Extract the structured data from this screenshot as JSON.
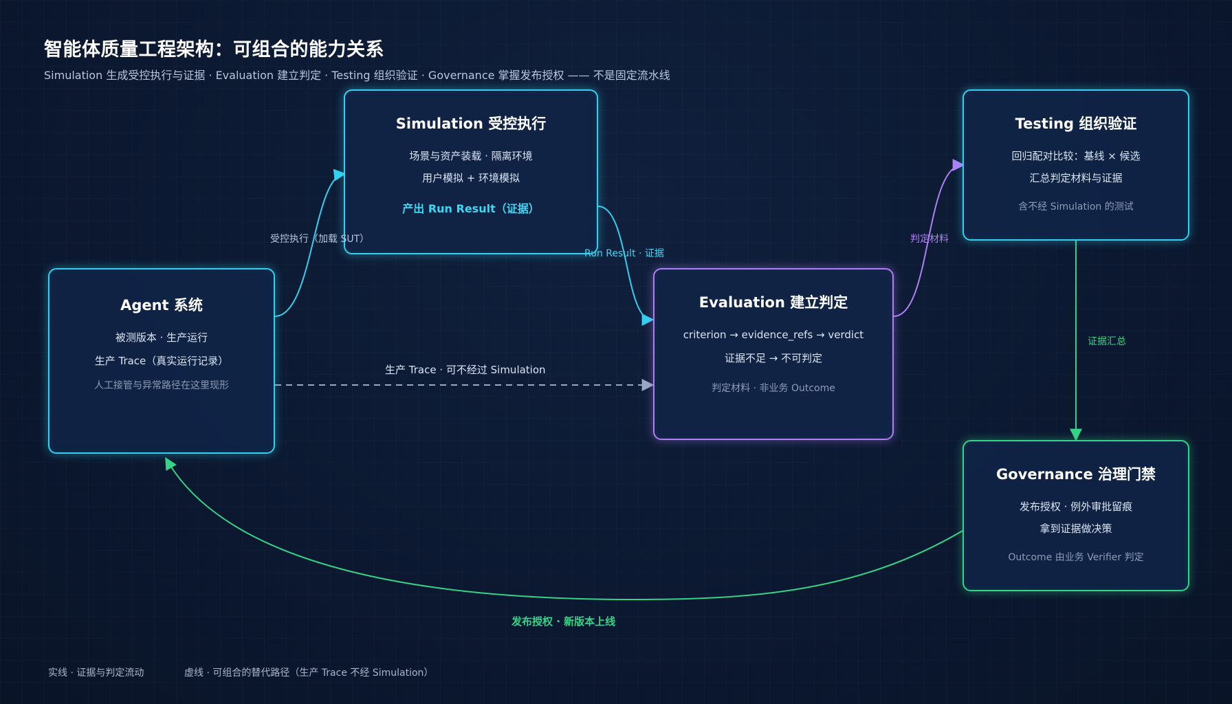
{
  "header": {
    "title": "智能体质量工程架构：可组合的能力关系",
    "subtitle": "Simulation 生成受控执行与证据 · Evaluation 建立判定 · Testing 组织验证 · Governance 掌握发布授权 —— 不是固定流水线"
  },
  "nodes": {
    "agent": {
      "title": "Agent 系统",
      "line1": "被测版本 · 生产运行",
      "line2": "生产 Trace（真实运行记录）",
      "note": "人工接管与异常路径在这里现形"
    },
    "simulation": {
      "title": "Simulation 受控执行",
      "line1": "场景与资产装载 · 隔离环境",
      "line2": "用户模拟 + 环境模拟",
      "highlight": "产出 Run Result（证据）"
    },
    "evaluation": {
      "title": "Evaluation 建立判定",
      "line1": "criterion → evidence_refs → verdict",
      "line2": "证据不足 → 不可判定",
      "note": "判定材料 · 非业务 Outcome"
    },
    "testing": {
      "title": "Testing 组织验证",
      "line1": "回归配对比较：基线 × 候选",
      "line2": "汇总判定材料与证据",
      "note": "含不经 Simulation 的测试"
    },
    "governance": {
      "title": "Governance 治理门禁",
      "line1": "发布授权 · 例外审批留痕",
      "line2": "拿到证据做决策",
      "note": "Outcome 由业务 Verifier 判定"
    }
  },
  "edges": {
    "agent_to_sim": "受控执行（加载 SUT）",
    "sim_to_eval": "Run Result · 证据",
    "eval_to_testing": "判定材料",
    "testing_to_gov": "证据汇总",
    "agent_to_eval": "生产 Trace · 可不经过 Simulation",
    "gov_to_agent": "发布授权 · 新版本上线"
  },
  "legend": {
    "solid": "实线 · 证据与判定流动",
    "dashed": "虚线 · 可组合的替代路径（生产 Trace 不经 Simulation）"
  },
  "colors": {
    "cyan": "#35d0ee",
    "purple": "#b07ff5",
    "green": "#35d488",
    "dashed": "#9aa8c4"
  }
}
